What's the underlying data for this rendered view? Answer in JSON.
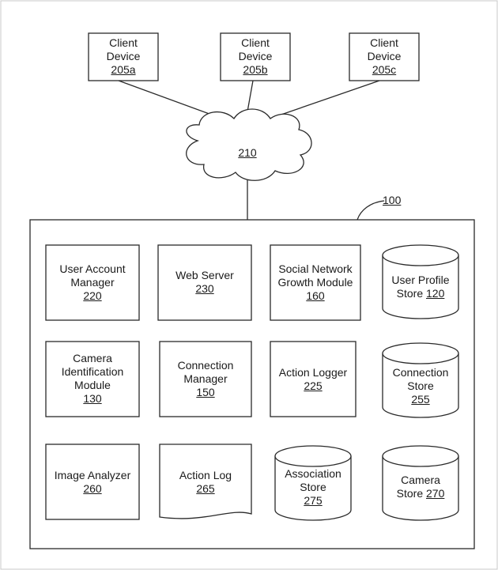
{
  "figure": {
    "system_ref": "100",
    "network_ref": "210",
    "clients": [
      {
        "lines": [
          "Client",
          "Device"
        ],
        "ref": "205a"
      },
      {
        "lines": [
          "Client",
          "Device"
        ],
        "ref": "205b"
      },
      {
        "lines": [
          "Client",
          "Device"
        ],
        "ref": "205c"
      }
    ],
    "modules": {
      "user_account_manager": {
        "lines": [
          "User Account",
          "Manager"
        ],
        "ref": "220"
      },
      "web_server": {
        "lines": [
          "Web Server"
        ],
        "ref": "230"
      },
      "social_network_growth_module": {
        "lines": [
          "Social Network",
          "Growth Module"
        ],
        "ref": "160"
      },
      "camera_identification_module": {
        "lines": [
          "Camera",
          "Identification",
          "Module"
        ],
        "ref": "130"
      },
      "connection_manager": {
        "lines": [
          "Connection",
          "Manager"
        ],
        "ref": "150"
      },
      "action_logger": {
        "lines": [
          "Action Logger"
        ],
        "ref": "225"
      },
      "image_analyzer": {
        "lines": [
          "Image Analyzer"
        ],
        "ref": "260"
      },
      "action_log": {
        "lines": [
          "Action Log"
        ],
        "ref": "265"
      }
    },
    "stores": {
      "user_profile_store": {
        "lines": [
          "User Profile"
        ],
        "last_prefix": "Store",
        "ref": "120"
      },
      "connection_store": {
        "lines": [
          "Connection",
          "Store"
        ],
        "ref": "255"
      },
      "association_store": {
        "lines": [
          "Association",
          "Store"
        ],
        "ref": "275"
      },
      "camera_store": {
        "lines": [
          "Camera"
        ],
        "last_prefix": "Store",
        "ref": "270"
      }
    }
  }
}
